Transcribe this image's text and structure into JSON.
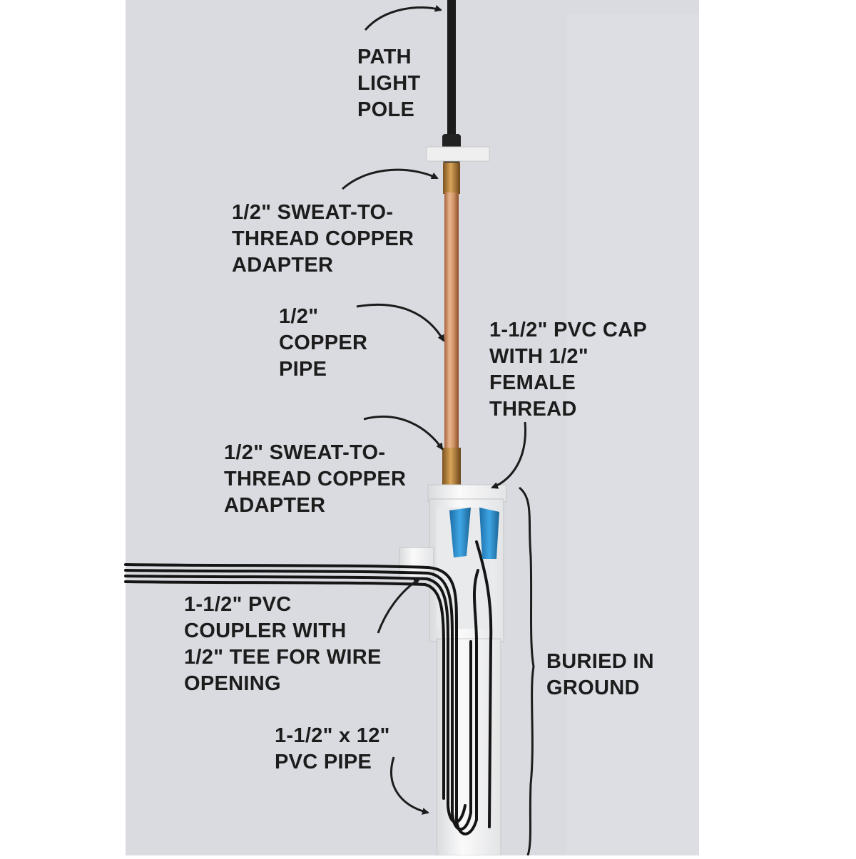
{
  "labels": {
    "path_light_pole": [
      "PATH",
      "LIGHT",
      "POLE"
    ],
    "adapter_top": [
      "1/2\" SWEAT-TO-",
      "THREAD COPPER",
      "ADAPTER"
    ],
    "copper_pipe": [
      "1/2\"",
      "COPPER",
      "PIPE"
    ],
    "pvc_cap": [
      "1-1/2\" PVC CAP",
      "WITH 1/2\"",
      "FEMALE",
      "THREAD"
    ],
    "adapter_bottom": [
      "1/2\" SWEAT-TO-",
      "THREAD COPPER",
      "ADAPTER"
    ],
    "pvc_coupler": [
      "1-1/2\" PVC",
      "COUPLER WITH",
      "1/2\" TEE FOR WIRE",
      "OPENING"
    ],
    "buried": [
      "BURIED IN",
      "GROUND"
    ],
    "pvc_pipe": [
      "1-1/2\" x 12\"",
      "PVC PIPE"
    ]
  },
  "colors": {
    "backdrop": "#d7d9de",
    "copper": "#c98a5c",
    "brass": "#b07a3a",
    "pvc": "#f2f2f0",
    "wire_nut": "#2a8fcf",
    "wire": "#1a1a1a",
    "label_text": "#1c1c1c"
  }
}
